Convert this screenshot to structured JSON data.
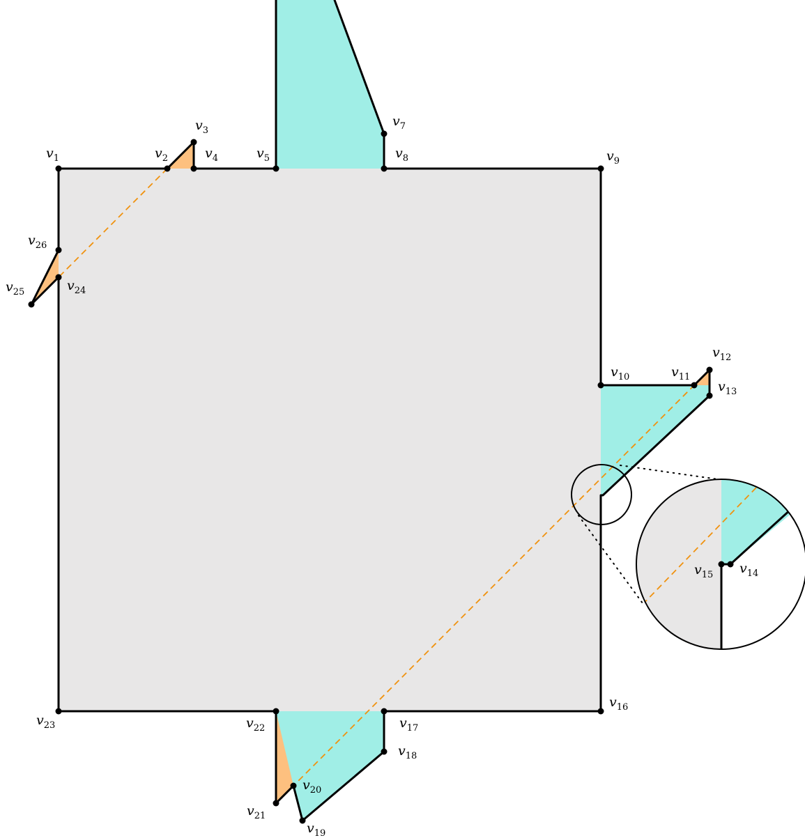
{
  "colors": {
    "background": "#ffffff",
    "polygon_fill": "#e8e7e7",
    "pocket_fill": "#a0eee6",
    "small_pocket_fill": "#fdc07f",
    "edge": "#000000",
    "dashed_line": "#f0920f",
    "vertex": "#000000"
  },
  "vertices": [
    {
      "id": "v1",
      "base": "v",
      "sub": "1"
    },
    {
      "id": "v2",
      "base": "v",
      "sub": "2"
    },
    {
      "id": "v3",
      "base": "v",
      "sub": "3"
    },
    {
      "id": "v4",
      "base": "v",
      "sub": "4"
    },
    {
      "id": "v5",
      "base": "v",
      "sub": "5"
    },
    {
      "id": "v7",
      "base": "v",
      "sub": "7"
    },
    {
      "id": "v8",
      "base": "v",
      "sub": "8"
    },
    {
      "id": "v9",
      "base": "v",
      "sub": "9"
    },
    {
      "id": "v10",
      "base": "v",
      "sub": "10"
    },
    {
      "id": "v11",
      "base": "v",
      "sub": "11"
    },
    {
      "id": "v12",
      "base": "v",
      "sub": "12"
    },
    {
      "id": "v13",
      "base": "v",
      "sub": "13"
    },
    {
      "id": "v16",
      "base": "v",
      "sub": "16"
    },
    {
      "id": "v17",
      "base": "v",
      "sub": "17"
    },
    {
      "id": "v18",
      "base": "v",
      "sub": "18"
    },
    {
      "id": "v19",
      "base": "v",
      "sub": "19"
    },
    {
      "id": "v20",
      "base": "v",
      "sub": "20"
    },
    {
      "id": "v21",
      "base": "v",
      "sub": "21"
    },
    {
      "id": "v22",
      "base": "v",
      "sub": "22"
    },
    {
      "id": "v23",
      "base": "v",
      "sub": "23"
    },
    {
      "id": "v24",
      "base": "v",
      "sub": "24"
    },
    {
      "id": "v25",
      "base": "v",
      "sub": "25"
    },
    {
      "id": "v26",
      "base": "v",
      "sub": "26"
    }
  ],
  "zoom_inset": {
    "vertices": [
      {
        "id": "v15",
        "base": "v",
        "sub": "15"
      },
      {
        "id": "v14",
        "base": "v",
        "sub": "14"
      }
    ]
  }
}
